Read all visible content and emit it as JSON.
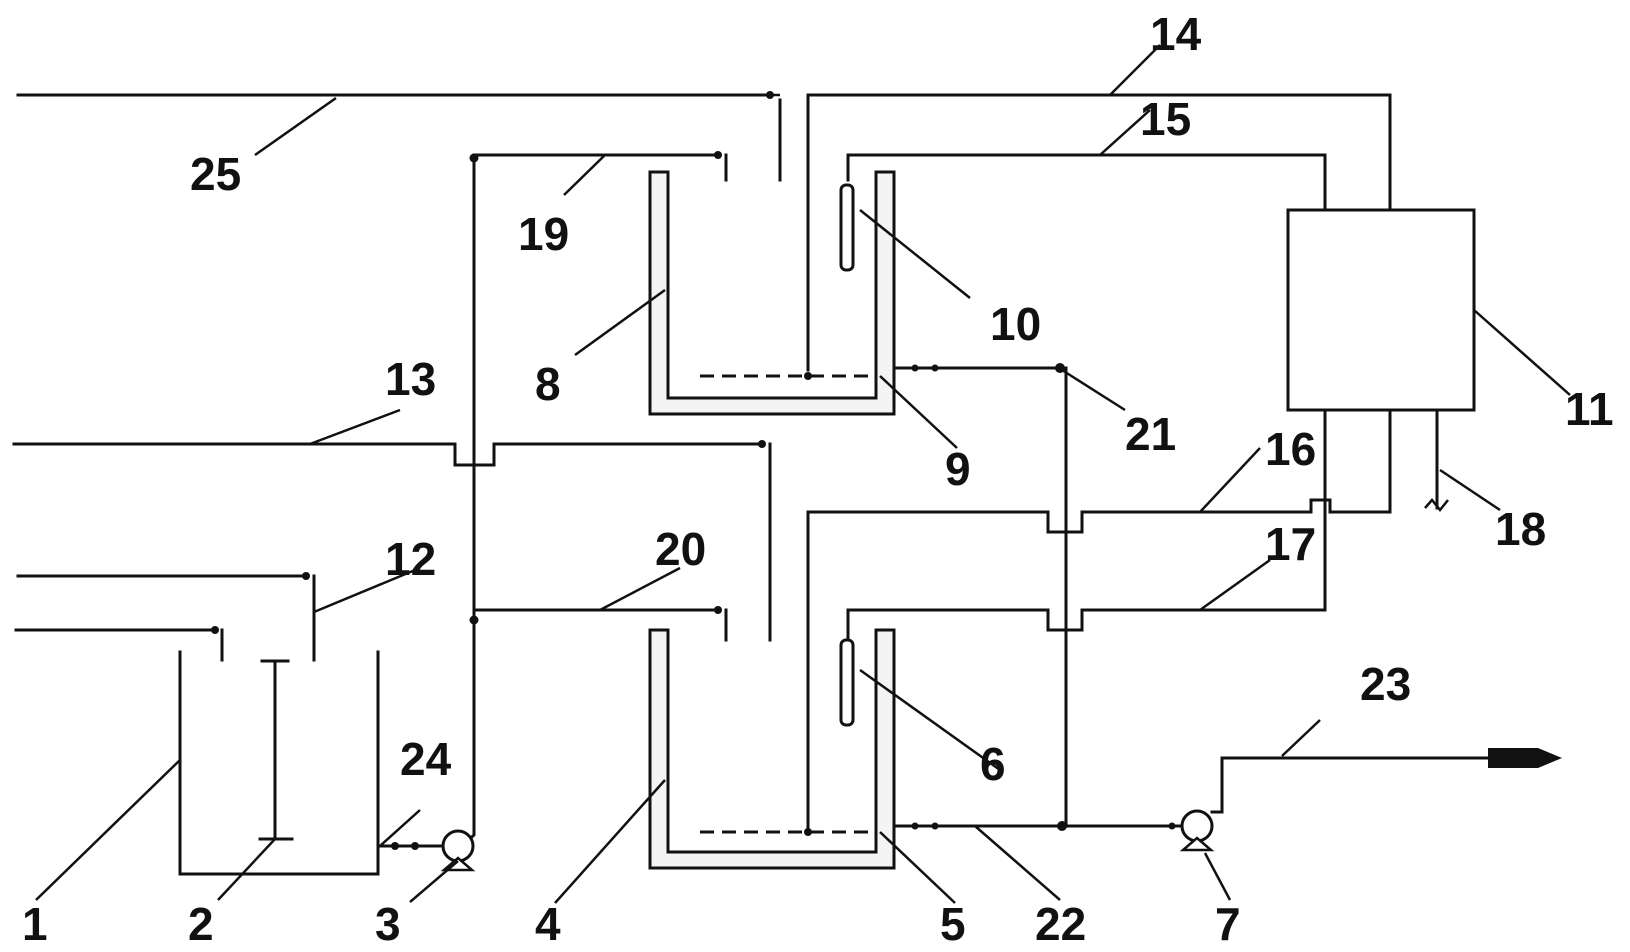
{
  "labels": {
    "n1": "1",
    "n2": "2",
    "n3": "3",
    "n4": "4",
    "n5": "5",
    "n6": "6",
    "n7": "7",
    "n8": "8",
    "n9": "9",
    "n10": "10",
    "n11": "11",
    "n12": "12",
    "n13": "13",
    "n14": "14",
    "n15": "15",
    "n16": "16",
    "n17": "17",
    "n18": "18",
    "n19": "19",
    "n20": "20",
    "n21": "21",
    "n22": "22",
    "n23": "23",
    "n24": "24",
    "n25": "25"
  },
  "colors": {
    "line": "#111111",
    "wall_fill": "#f4f4f4"
  }
}
